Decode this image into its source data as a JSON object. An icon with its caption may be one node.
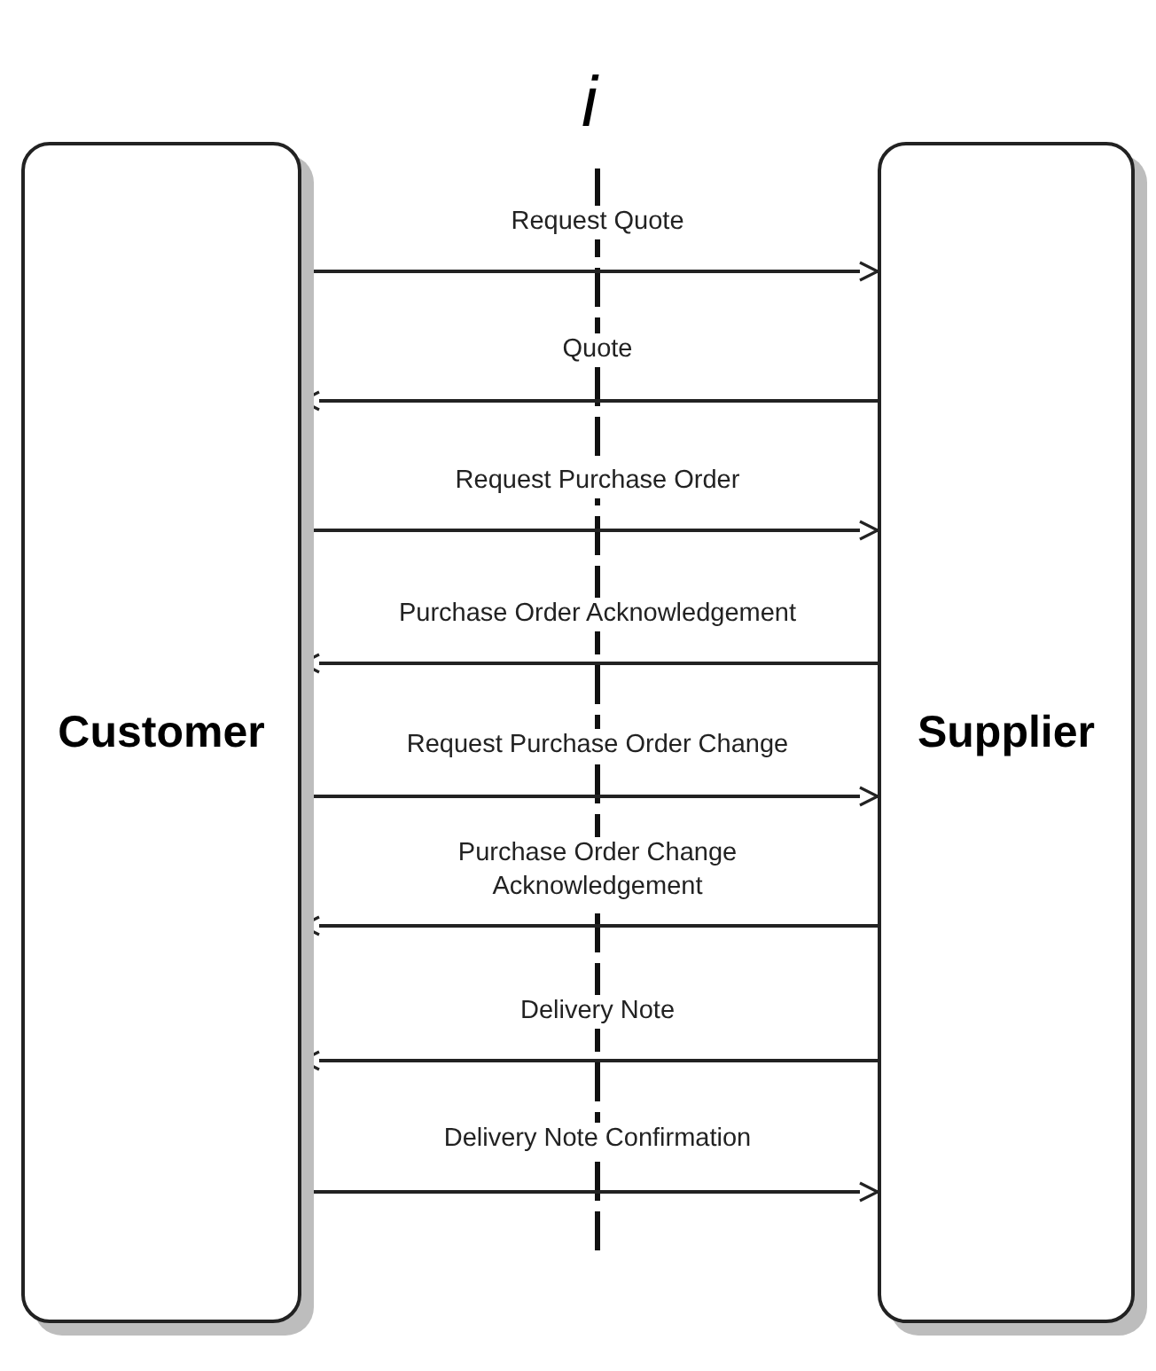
{
  "diagram": {
    "nodes": [
      {
        "text": [
          "Customer"
        ]
      },
      {
        "text": [
          "Supplier"
        ]
      }
    ],
    "edges": [
      {
        "from": 0,
        "to": 1,
        "arrow": "to",
        "label": "Request Quote"
      },
      {
        "from": 1,
        "to": 0,
        "arrow": "to",
        "label": "Quote"
      },
      {
        "from": 0,
        "to": 1,
        "arrow": "to",
        "label": "Request Purchase Order"
      },
      {
        "from": 1,
        "to": 0,
        "arrow": "to",
        "label": "Purchase Order Acknowledgement"
      },
      {
        "from": 0,
        "to": 1,
        "arrow": "to",
        "label": "Request Purchase Order Change"
      },
      {
        "from": 1,
        "to": 0,
        "arrow": "to",
        "label": "Purchase Order Change Acknowledgement"
      },
      {
        "from": 1,
        "to": 0,
        "arrow": "to",
        "label": "Delivery Note"
      },
      {
        "from": 0,
        "to": 1,
        "arrow": "to",
        "label": "Delivery Note Confirmation"
      }
    ],
    "labels": [
      "i"
    ]
  }
}
